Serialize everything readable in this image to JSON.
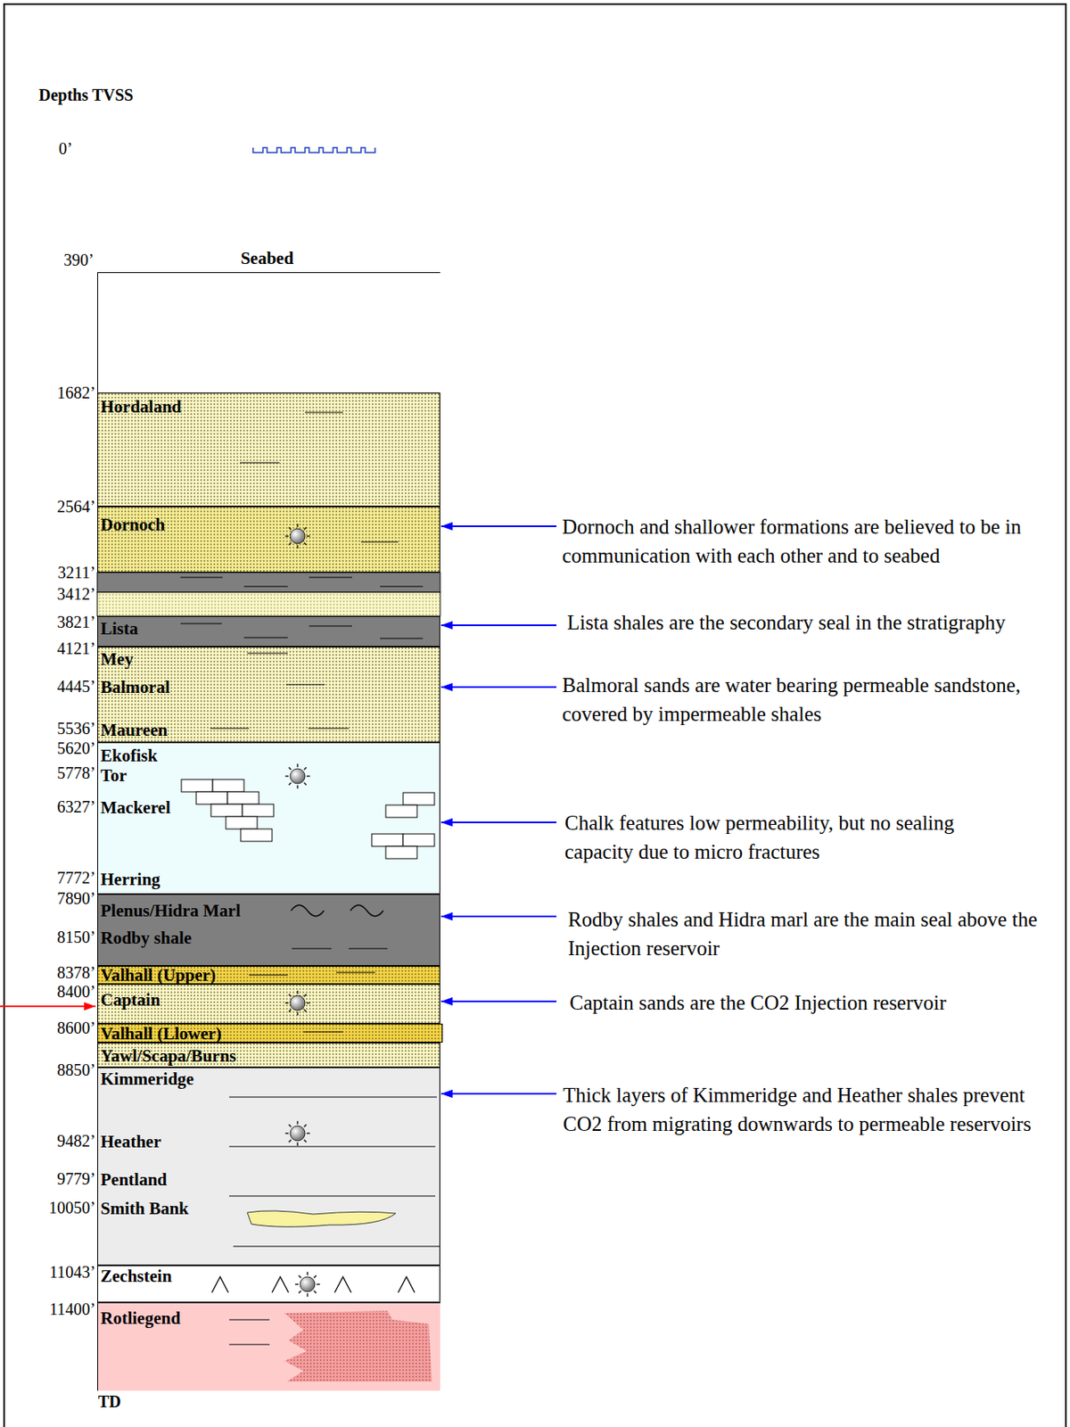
{
  "diagram": {
    "nodes": [
      {
        "text": [
          "Seabed"
        ]
      },
      {
        "text": [
          "Hordaland"
        ]
      },
      {
        "text": [
          "Dornoch"
        ]
      },
      {
        "text": [
          "Lista"
        ]
      },
      {
        "text": [
          "Mey",
          "Balmoral",
          "Maureen"
        ]
      },
      {
        "text": [
          "Ekofisk",
          "Tor",
          "Mackerel",
          "Herring"
        ]
      },
      {
        "text": [
          "Plenus/Hidra Marl",
          "Rodby shale"
        ]
      },
      {
        "text": [
          "Valhall (Upper)"
        ]
      },
      {
        "text": [
          "Captain"
        ]
      },
      {
        "text": [
          "Valhall (Llower)"
        ]
      },
      {
        "text": [
          "Yawl/Scapa/Burns"
        ]
      },
      {
        "text": [
          "Kimmeridge",
          "Heather",
          "Pentland",
          "Smith Bank"
        ]
      },
      {
        "text": [
          "Zechstein"
        ]
      },
      {
        "text": [
          "Rotliegend"
        ]
      }
    ],
    "labels": [
      "Depths TVSS",
      "0’",
      "390’",
      "1682’",
      "2564’",
      "3211’",
      "3412’",
      "3821’",
      "4121’",
      "4445’",
      "5536’",
      "5620’",
      "5778’",
      "6327’",
      "7772’",
      "7890’",
      "8150’",
      "8378’",
      "8400’",
      "8600’",
      "8850’",
      "9482’",
      "9779’",
      "10050’",
      "11043’",
      "11400’",
      "TD",
      "Dornoch and shallower formations are believed to be in communication with each other and to seabed",
      "Lista shales are the secondary seal in the stratigraphy",
      "Balmoral sands are water bearing permeable sandstone, covered by impermeable shales",
      "Chalk features low permeability, but no sealing capacity due to micro fractures",
      "Rodby shales and Hidra marl are the main seal above the Injection reservoir",
      "Captain sands are the CO2 Injection reservoir",
      "Thick layers of Kimmeridge and Heather shales prevent CO2 from migrating downwards to permeable reservoirs"
    ]
  }
}
